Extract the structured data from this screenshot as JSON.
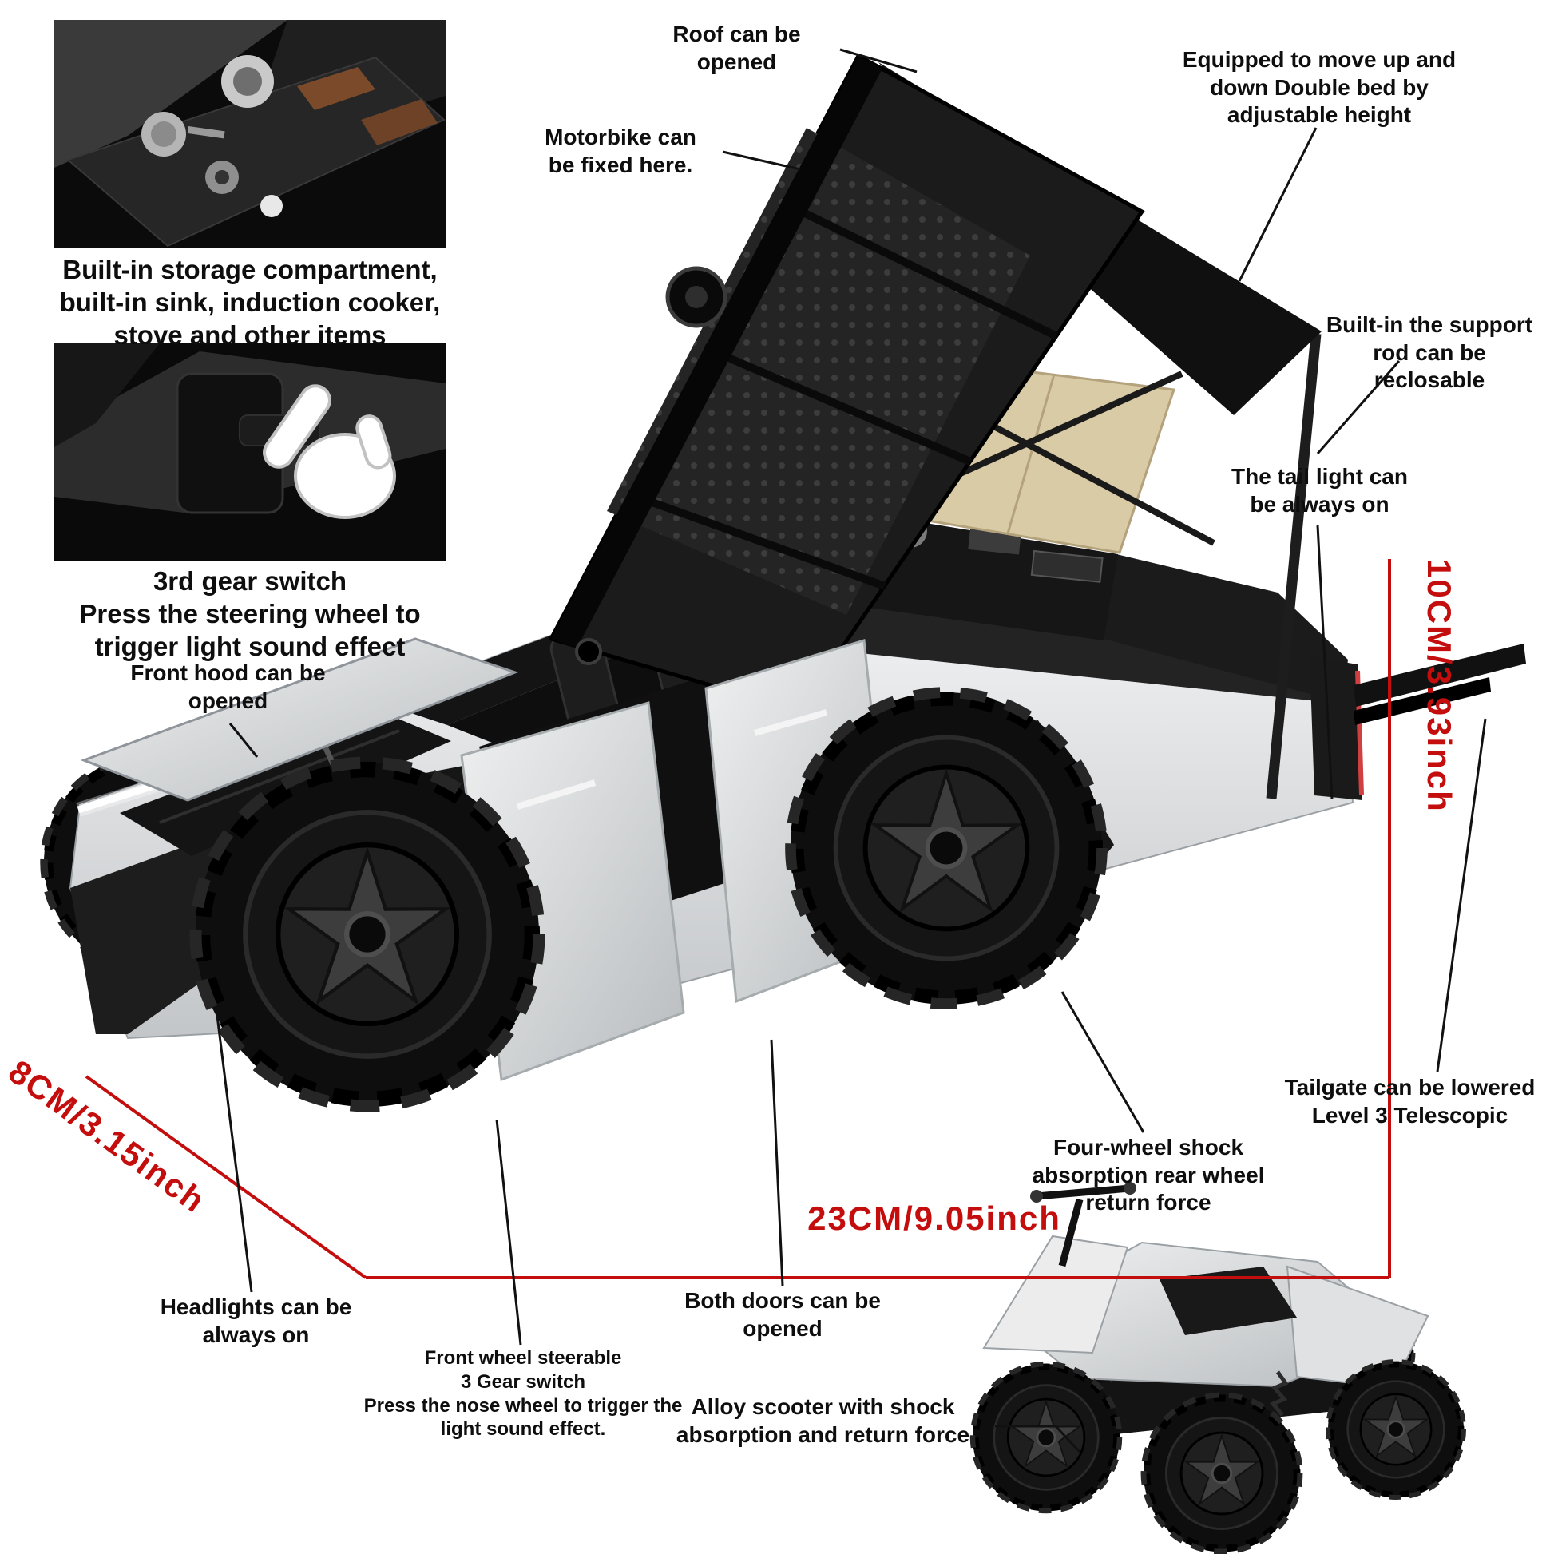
{
  "insets": {
    "storage_caption": "Built-in storage compartment,\nbuilt-in sink, induction cooker,\nstove and other items",
    "gear_caption": "3rd gear switch\nPress the steering wheel to\ntrigger light sound effect"
  },
  "callouts": {
    "roof": "Roof can be\nopened",
    "motorbike": "Motorbike can\nbe fixed here.",
    "double_bed": "Equipped to move up and\ndown Double bed by\nadjustable height",
    "support_rod": "Built-in the support\nrod can be reclosable",
    "tail_light": "The tail light can\nbe always on",
    "tailgate": "Tailgate can be lowered\nLevel 3 Telescopic",
    "shock": "Four-wheel shock\nabsorption rear wheel\nreturn force",
    "front_hood": "Front hood can be\nopened",
    "headlights": "Headlights can be\nalways on",
    "front_wheel": "Front wheel steerable\n3 Gear switch\nPress the nose wheel to trigger the\nlight sound effect.",
    "both_doors": "Both doors can be opened",
    "scooter": "Alloy scooter with shock\nabsorption and return force"
  },
  "dimensions": {
    "height": "10CM/3.93inch",
    "length": "23CM/9.05inch",
    "width": "8CM/3.15inch"
  },
  "colors": {
    "dimension_red": "#c40d0d",
    "body_silver": "#d9dcde",
    "roof_black": "#1b1b1b",
    "bed_beige": "#d9cba5",
    "background": "#ffffff"
  }
}
